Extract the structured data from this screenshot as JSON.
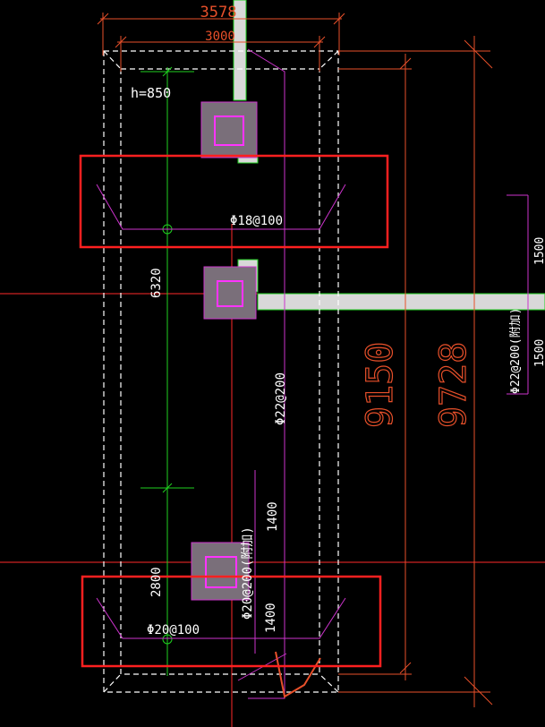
{
  "drawing": {
    "dimensions": {
      "top_outer": "3578",
      "top_inner": "3000",
      "right_span_1": "9150",
      "right_span_2": "9728",
      "left_span_1": "6320",
      "left_span_2": "2800",
      "rebar_len_1": "1400",
      "rebar_len_2": "1400",
      "right_rebar_len_1": "1500",
      "right_rebar_len_2": "1500"
    },
    "labels": {
      "depth": "h=850",
      "rebar_upper": "Φ18@100",
      "rebar_lower": "Φ20@100",
      "rebar_vertical_main": "Φ22@200",
      "rebar_vertical_lower": "Φ20@200(附加)",
      "rebar_right": "Φ22@200(附加)"
    },
    "colors": {
      "background": "#000000",
      "dimension": "#e8502a",
      "axis": "#ff2a2a",
      "outline": "#ffffff",
      "rebar": "#cc33cc",
      "green_line": "#1fd11f",
      "highlight_box": "#ff2020",
      "column_fill": "#7a6f7a",
      "wall_fill": "#d8d8d8"
    }
  }
}
